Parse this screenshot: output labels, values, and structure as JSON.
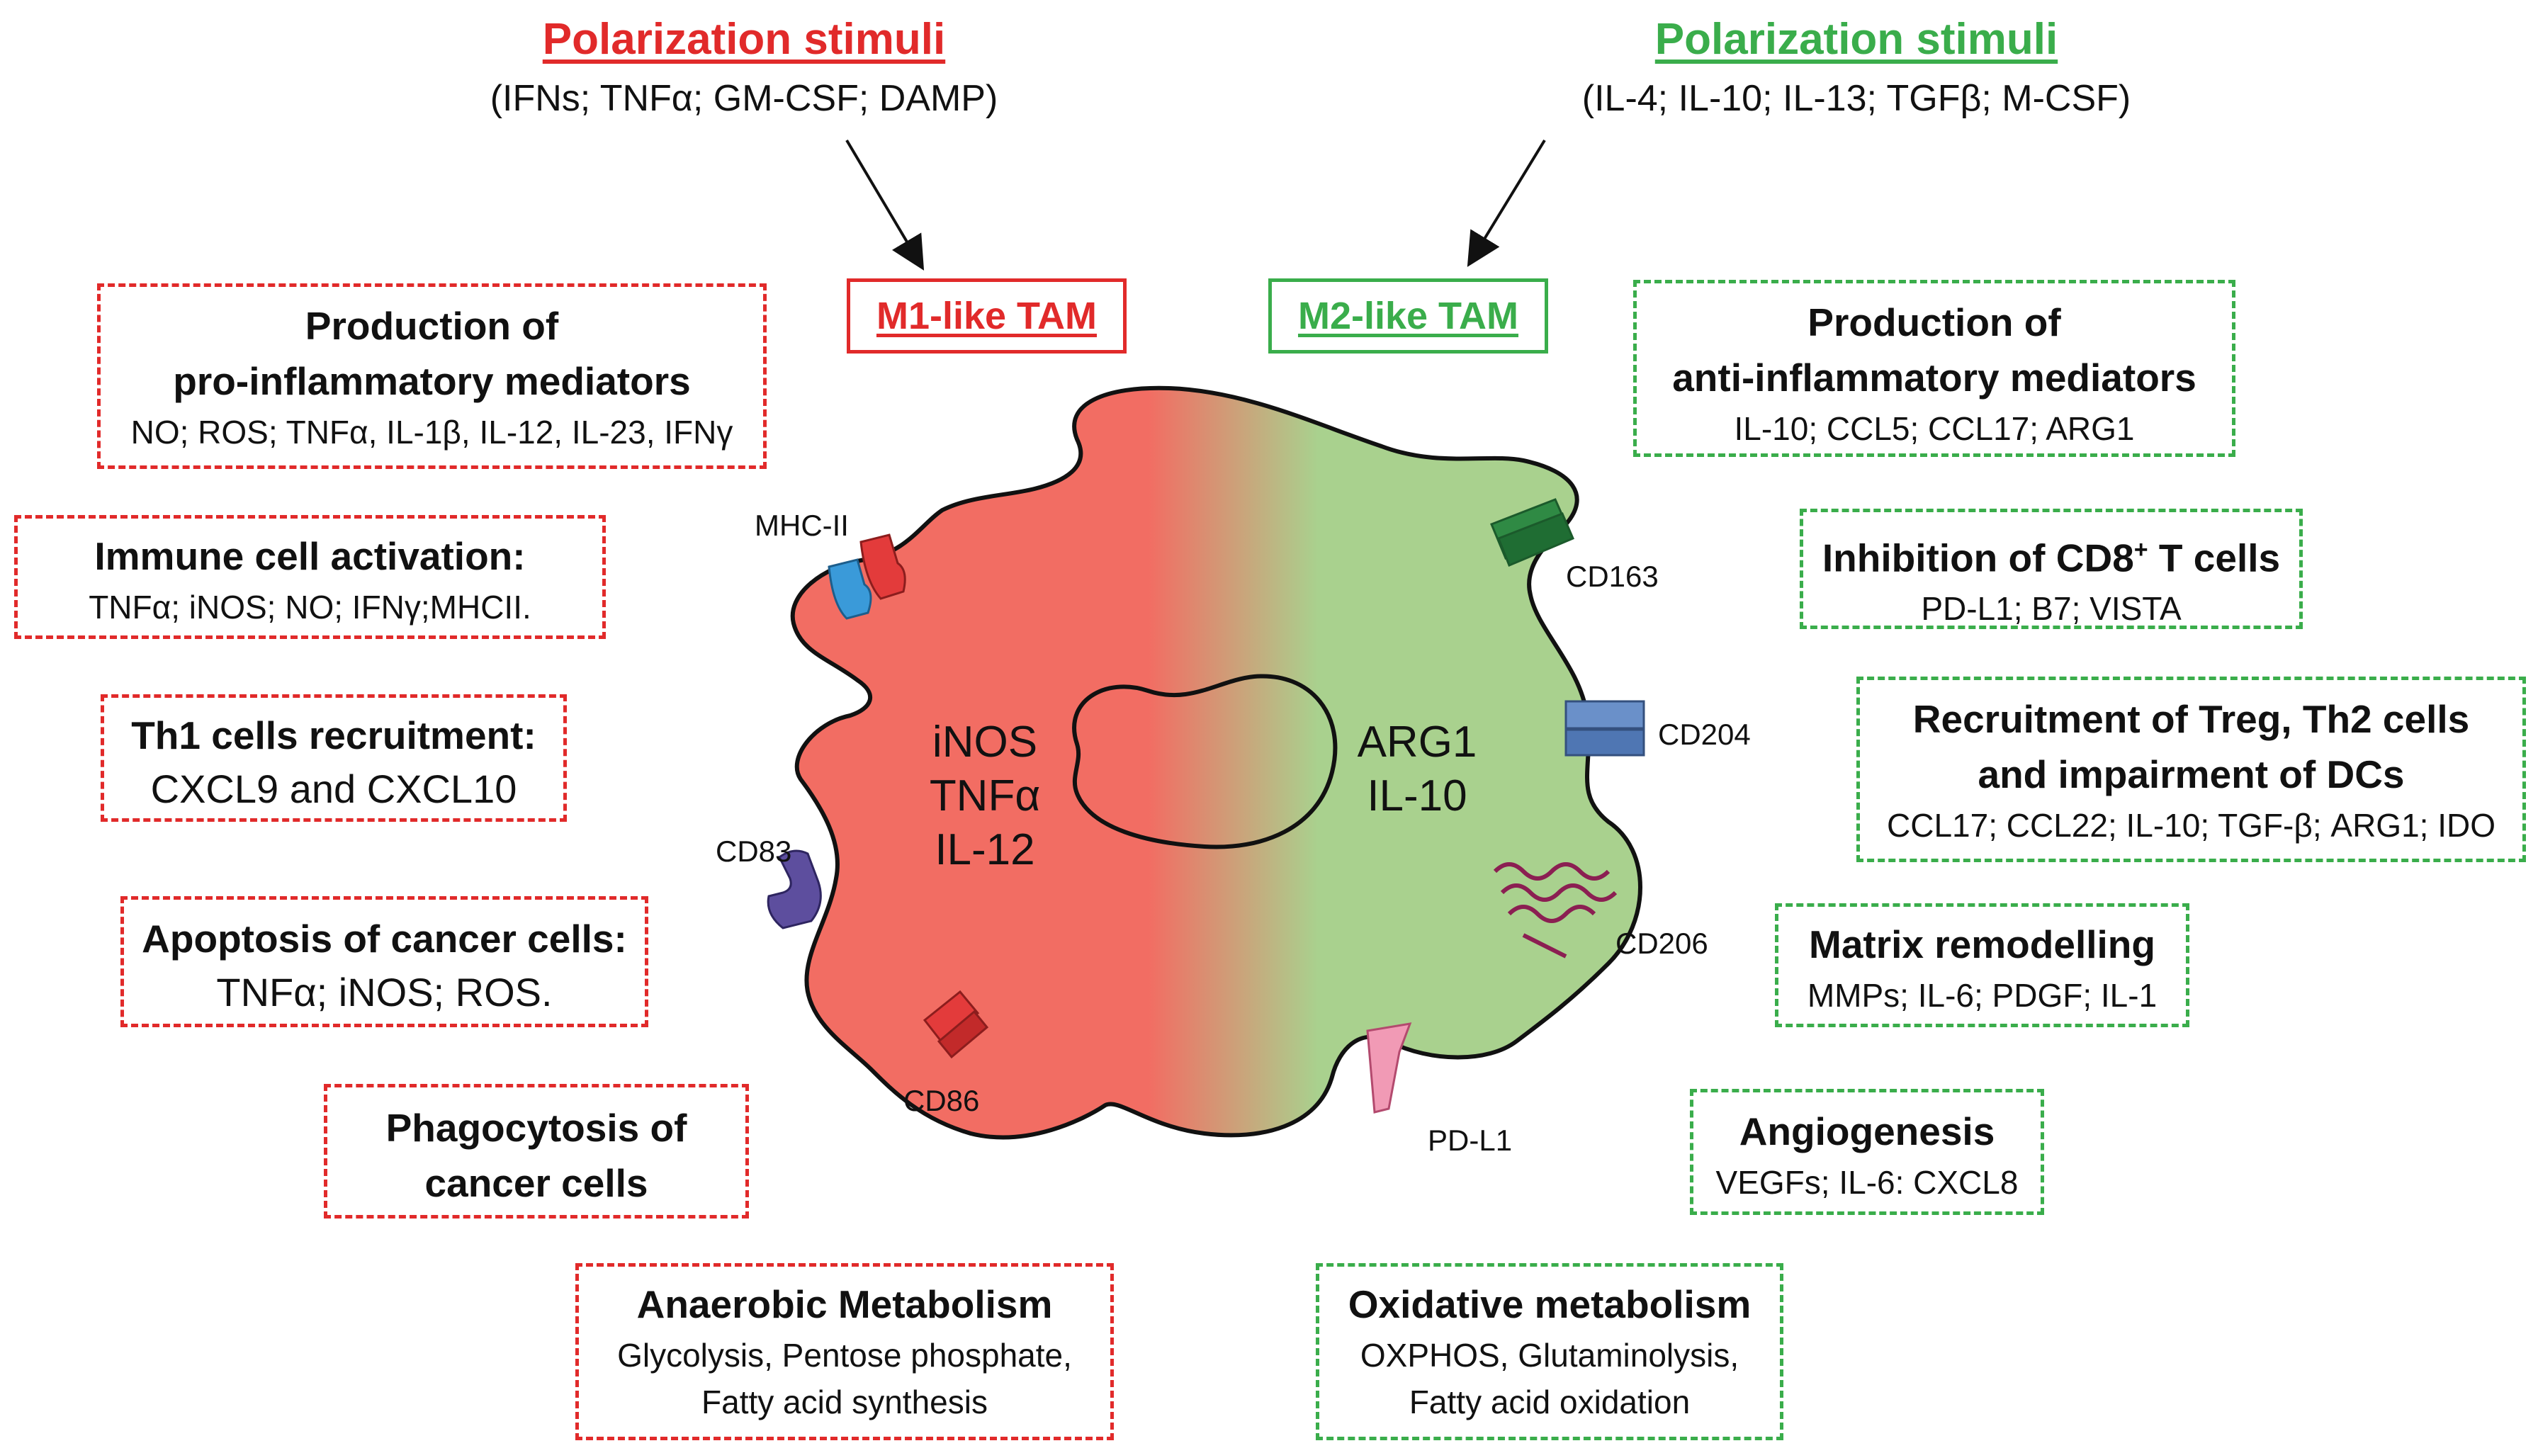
{
  "left_stimuli": {
    "title": "Polarization stimuli",
    "items": "(IFNs; TNFα; GM-CSF; DAMP)"
  },
  "right_stimuli": {
    "title": "Polarization stimuli",
    "items": "(IL-4; IL-10; IL-13; TGFβ; M-CSF)"
  },
  "m1_label": "M1-like TAM",
  "m2_label": "M2-like TAM",
  "m1_markers": [
    "iNOS",
    "TNFα",
    "IL-12"
  ],
  "m2_markers": [
    "ARG1",
    "IL-10"
  ],
  "receptors": {
    "mhc2": "MHC-II",
    "cd83": "CD83",
    "cd86": "CD86",
    "cd163": "CD163",
    "cd204": "CD204",
    "cd206": "CD206",
    "pdl1": "PD-L1"
  },
  "m1_boxes": [
    {
      "title": "Production of\npro-inflammatory mediators",
      "detail": "NO; ROS; TNFα, IL-1β, IL-12, IL-23, IFNγ"
    },
    {
      "title": "Immune cell activation:",
      "detail": "TNFα; iNOS; NO; IFNγ;MHCII."
    },
    {
      "title": "Th1 cells recruitment:",
      "detail": "CXCL9 and CXCL10"
    },
    {
      "title": "Apoptosis of cancer cells:",
      "detail": "TNFα; iNOS; ROS."
    },
    {
      "title": "Phagocytosis of\ncancer cells",
      "detail": ""
    },
    {
      "title": "Anaerobic Metabolism",
      "detail": "Glycolysis, Pentose phosphate,\nFatty acid synthesis"
    }
  ],
  "m2_boxes": [
    {
      "title": "Production of\nanti-inflammatory mediators",
      "detail": "IL-10; CCL5; CCL17; ARG1"
    },
    {
      "title_pre": "Inhibition of CD8",
      "title_sup": "+",
      "title_post": " T cells",
      "detail": "PD-L1; B7; VISTA"
    },
    {
      "title": "Recruitment of Treg, Th2 cells\nand impairment of DCs",
      "detail": "CCL17; CCL22; IL-10; TGF-β; ARG1; IDO"
    },
    {
      "title": "Matrix remodelling",
      "detail": "MMPs; IL-6; PDGF; IL-1"
    },
    {
      "title": "Angiogenesis",
      "detail": "VEGFs; IL-6: CXCL8"
    },
    {
      "title": "Oxidative metabolism",
      "detail": "OXPHOS, Glutaminolysis,\nFatty acid oxidation"
    }
  ],
  "colors": {
    "m1": "#e12a2a",
    "m2": "#3aad4b",
    "cell_left": "#f26d63",
    "cell_right": "#a9d18e"
  }
}
